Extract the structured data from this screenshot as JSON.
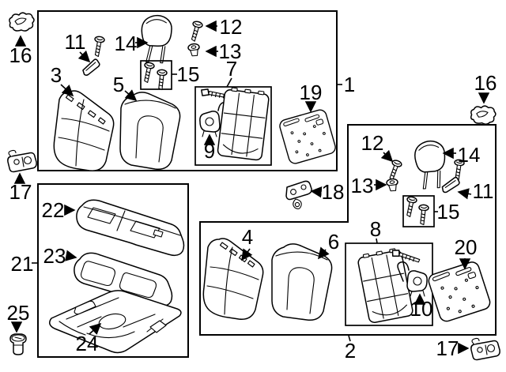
{
  "figure": {
    "kind": "exploded-parts-diagram",
    "background_color": "#ffffff",
    "line_color": "#000000"
  },
  "callouts": {
    "1": "1",
    "2": "2",
    "3": "3",
    "4": "4",
    "5": "5",
    "6": "6",
    "7": "7",
    "8": "8",
    "9": "9",
    "10": "10",
    "11": "11",
    "12": "12",
    "13": "13",
    "14": "14",
    "15": "15",
    "16": "16",
    "17": "17",
    "18": "18",
    "19": "19",
    "20": "20",
    "21": "21",
    "22": "22",
    "23": "23",
    "24": "24",
    "25": "25"
  },
  "assemblies": [
    {
      "label": "1",
      "callouts_inside": [
        "3",
        "5",
        "7",
        "9",
        "11",
        "12",
        "13",
        "14",
        "15",
        "19"
      ]
    },
    {
      "label": "2",
      "callouts_inside": [
        "4",
        "6",
        "8",
        "10",
        "11",
        "12",
        "13",
        "14",
        "15",
        "20"
      ]
    },
    {
      "label": "21",
      "callouts_inside": [
        "22",
        "23",
        "24"
      ]
    },
    {
      "label": "7",
      "callouts_inside": [
        "9"
      ]
    },
    {
      "label": "8",
      "callouts_inside": [
        "10"
      ]
    }
  ],
  "standalone_callouts": [
    "16",
    "17",
    "18",
    "25"
  ],
  "duplicate_callouts": [
    "11",
    "12",
    "13",
    "14",
    "15",
    "16",
    "17"
  ]
}
